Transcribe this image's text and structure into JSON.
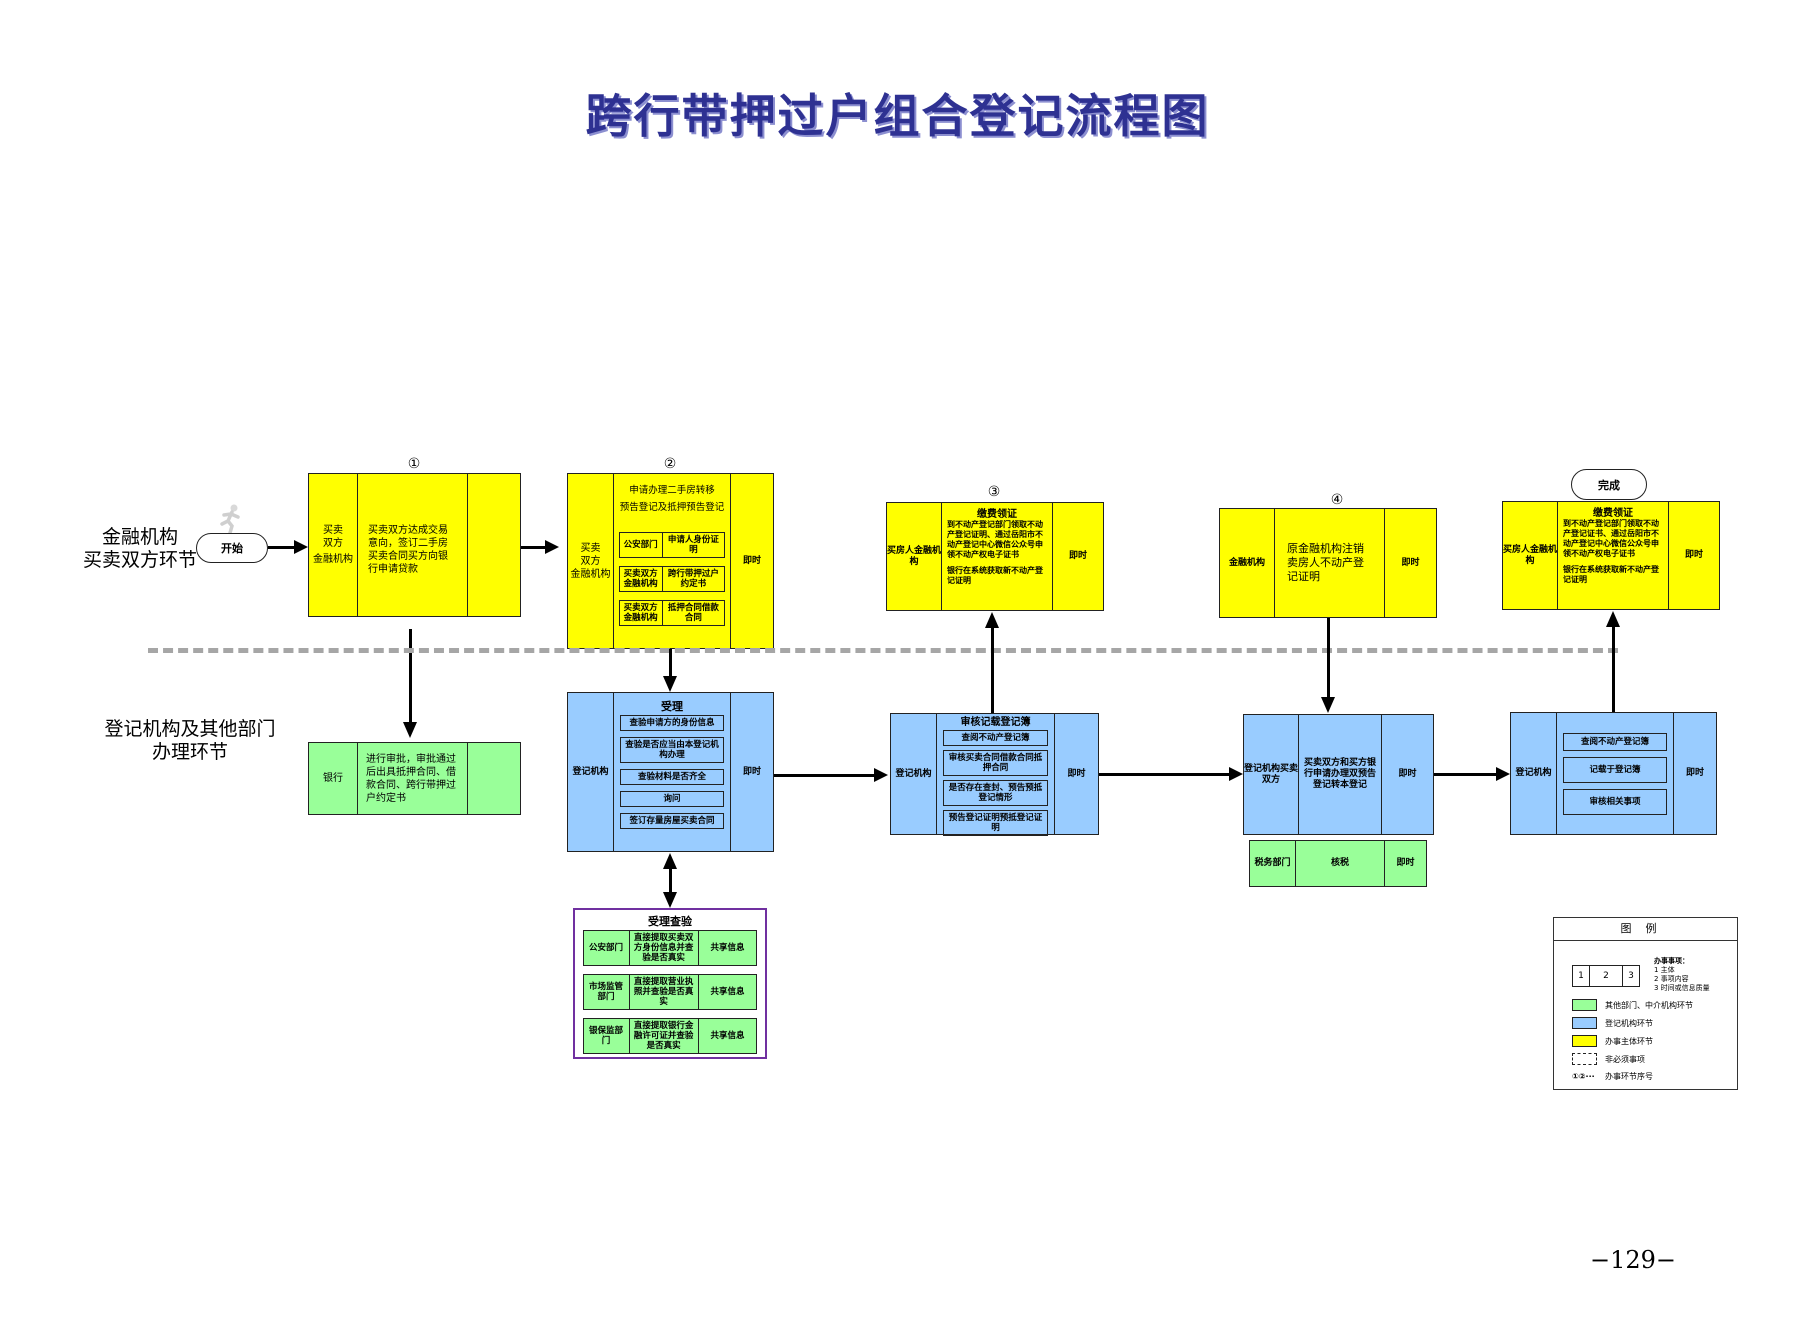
{
  "title": "跨行带押过户组合登记流程图",
  "lanes": {
    "top": [
      "金融机构",
      "买卖双方环节"
    ],
    "bottom": [
      "登记机构及其他部门",
      "办理环节"
    ]
  },
  "start_label": "开始",
  "end_label": "完成",
  "step_numbers": [
    "①",
    "②",
    "③",
    "④"
  ],
  "steps": {
    "s1": {
      "subject": [
        "买卖",
        "双方",
        "金融机构"
      ],
      "content": "买卖双方达成交易意向，签订二手房买卖合同买方向银行申请贷款",
      "time": ""
    },
    "s2": {
      "subject": [
        "买卖",
        "双方",
        "金融机构"
      ],
      "content_title": [
        "申请办理二手房转移",
        "预告登记及抵押预告登记"
      ],
      "rows": [
        {
          "party": "公安部门",
          "item": "申请人身份证明"
        },
        {
          "party": "买卖双方金融机构",
          "item": "跨行带押过户约定书"
        },
        {
          "party": "买卖双方金融机构",
          "item": "抵押合同借款合同"
        }
      ],
      "time": "即时"
    },
    "s3": {
      "subject": "买房人金融机构",
      "content_title": "缴费领证",
      "content": "到不动产登记部门领取不动产登记证明、通过岳阳市不动产登记中心微信公众号申领不动产权电子证书",
      "content2": "银行在系统获取新不动产登记证明",
      "time": "即时"
    },
    "s4": {
      "subject": "金融机构",
      "content": "原金融机构注销卖房人不动产登记证明",
      "time": "即时"
    },
    "s5": {
      "subject": "买房人金融机构",
      "content_title": "缴费领证",
      "content": "到不动产登记部门领取不动产登记证书、通过岳阳市不动产登记中心微信公众号申领不动产权电子证书",
      "content2": "银行在系统获取新不动产登记证明",
      "time": "即时"
    },
    "bank": {
      "subject": "银行",
      "content": "进行审批，审批通过后出具抵押合同、借款合同、跨行带押过户约定书",
      "time": ""
    },
    "reg1": {
      "subject": "登记机构",
      "content_title": "受理",
      "items": [
        "查验申请方的身份信息",
        "查验是否应当由本登记机构办理",
        "查验材料是否齐全",
        "询问",
        "签订存量房屋买卖合同"
      ],
      "time": "即时"
    },
    "reg2": {
      "subject": "登记机构",
      "content_title": "审核记载登记簿",
      "items": [
        "查阅不动产登记簿",
        "审核买卖合同借款合同抵押合同",
        "是否存在查封、预告预抵登记情形",
        "预告登记证明预抵登记证明"
      ],
      "time": "即时"
    },
    "reg3": {
      "subject": "登记机构买卖双方",
      "content": "买卖双方和买方银行申请办理双预告登记转本登记",
      "time": "即时"
    },
    "tax": {
      "subject": "税务部门",
      "content": "核税",
      "time": "即时"
    },
    "reg4": {
      "subject": "登记机构",
      "items": [
        "查阅不动产登记簿",
        "记载于登记簿",
        "审核相关事项"
      ],
      "time": "即时"
    },
    "verify": {
      "title": "受理查验",
      "rows": [
        {
          "party": "公安部门",
          "item": "直接提取买卖双方身份信息并查验是否真实",
          "mode": "共享信息"
        },
        {
          "party": "市场监管部门",
          "item": "直接提取营业执照并查验是否真实",
          "mode": "共享信息"
        },
        {
          "party": "银保监部门",
          "item": "直接提取银行金融许可证并查验是否真实",
          "mode": "共享信息"
        }
      ]
    }
  },
  "legend": {
    "title": "图例",
    "cells": [
      "1",
      "2",
      "3"
    ],
    "heading": "办事事项：",
    "notes": [
      "1 主体",
      "2 事项内容",
      "3 时间或信息质量"
    ],
    "items": [
      {
        "label": "其他部门、中介机构环节",
        "color": "#99ff99"
      },
      {
        "label": "登记机构环节",
        "color": "#99ccff"
      },
      {
        "label": "办事主体环节",
        "color": "#ffff00"
      }
    ],
    "optional_label": "非必须事项",
    "sequence_label": "办事环节序号",
    "sequence_glyph": "①②···"
  },
  "page_number": "−129−"
}
